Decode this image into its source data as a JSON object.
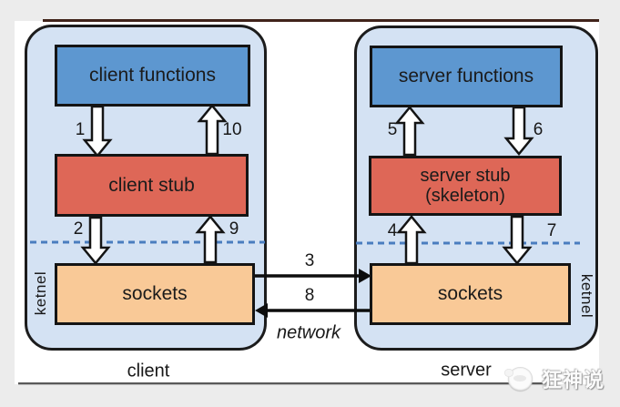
{
  "diagram": {
    "client": {
      "functions_label": "client functions",
      "stub_label": "client stub",
      "sockets_label": "sockets",
      "kernel_label": "ketnel",
      "host_label": "client",
      "arrow_labels": {
        "a1": "1",
        "a2": "2",
        "a9": "9",
        "a10": "10"
      }
    },
    "server": {
      "functions_label": "server functions",
      "stub_label": "server stub",
      "stub_sublabel": "(skeleton)",
      "sockets_label": "sockets",
      "kernel_label": "ketnel",
      "host_label": "server",
      "arrow_labels": {
        "a4": "4",
        "a5": "5",
        "a6": "6",
        "a7": "7"
      }
    },
    "network": {
      "label": "network",
      "request_arrow_label": "3",
      "reply_arrow_label": "8"
    },
    "colors": {
      "functions_box": "#5d97d0",
      "stub_box": "#de6757",
      "sockets_box": "#f9c997",
      "host_container": "#d4e2f3",
      "kernel_divider": "#4a7dbf",
      "top_rule": "#40231a"
    }
  },
  "watermark": {
    "text": "狂神说",
    "icon": "panda-logo-icon"
  }
}
